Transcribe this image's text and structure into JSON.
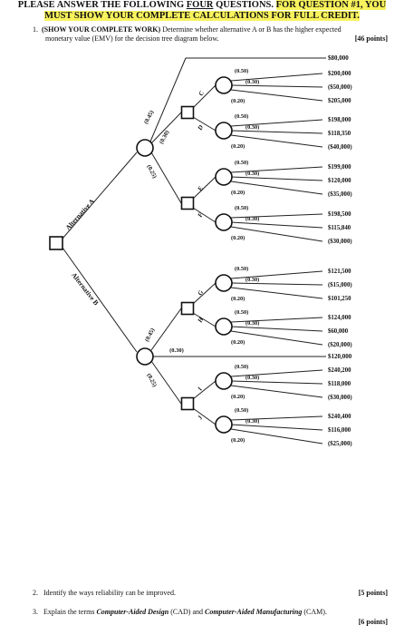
{
  "header": {
    "line1_plain": "PLEASE ANSWER THE FOLLOWING ",
    "line1_underlined": "FOUR",
    "line1_plain2": " QUESTIONS. ",
    "line1_highlight": "FOR QUESTION #1, YOU",
    "line2_highlight": "MUST SHOW YOUR COMPLETE CALCULATIONS FOR FULL CREDIT."
  },
  "question1": {
    "number": "1.",
    "bold_prefix": "(SHOW YOUR COMPLETE WORK)",
    "text_line1": " Determine whether alternative A or B has the higher expected",
    "text_line2": "monetary value (EMV) for the decision tree diagram below.",
    "points": "[46 points]"
  },
  "tree": {
    "alternatives": [
      "Alternative A",
      "Alternative B"
    ],
    "branch_labels": {
      "A_upper": "(0.45)",
      "A_mid": "(0.30)",
      "A_lower": "(0.25)",
      "B_upper": "(0.45)",
      "B_mid": "(0.30)",
      "B_lower": "(0.25)"
    },
    "decisions": [
      "C",
      "D",
      "E",
      "F",
      "G",
      "H",
      "I",
      "J"
    ],
    "outcome_probs": [
      "(0.50)",
      "(0.30)",
      "(0.20)"
    ],
    "payoffs": {
      "A_top": "$80,000",
      "C": [
        "$200,000",
        "($50,000)",
        "$205,000"
      ],
      "D": [
        "$198,000",
        "$118,350",
        "($40,000)"
      ],
      "E": [
        "$199,000",
        "$120,000",
        "($35,000)"
      ],
      "F": [
        "$198,500",
        "$115,840",
        "($30,000)"
      ],
      "G": [
        "$121,500",
        "($15,000)",
        "$101,250"
      ],
      "H": [
        "$124,000",
        "$60,000",
        "($20,000)"
      ],
      "B_mid": "$120,000",
      "I": [
        "$240,200",
        "$118,000",
        "($30,000)"
      ],
      "J": [
        "$240,400",
        "$116,000",
        "($25,000)"
      ]
    }
  },
  "question2": {
    "number": "2.",
    "text": "Identify the ways reliability can be improved.",
    "points": "[5 points]"
  },
  "question3": {
    "number": "3.",
    "text_a": "Explain the terms ",
    "term1": "Computer-Aided Design",
    "text_b": " (CAD) and ",
    "term2": "Computer-Aided Manufacturing",
    "text_c": " (CAM).",
    "points": "[6 points]"
  }
}
